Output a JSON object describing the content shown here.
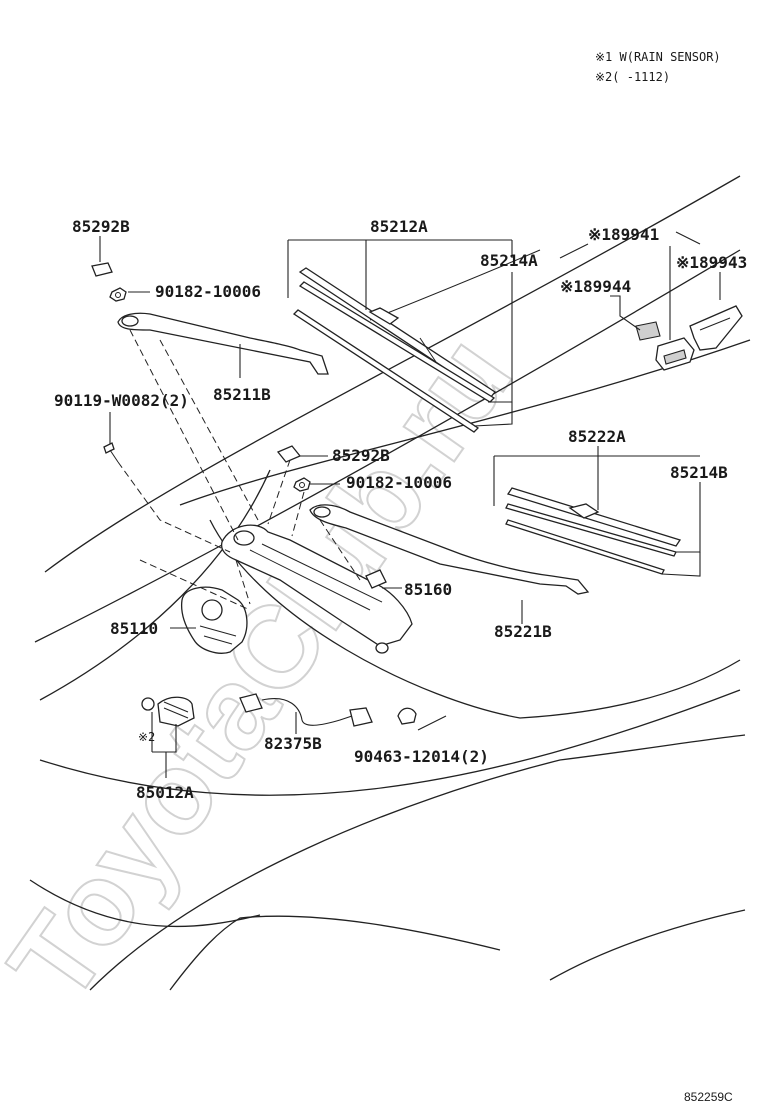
{
  "notes": {
    "line1": "※1 W(RAIN SENSOR)",
    "line2": "※2(      -1112)"
  },
  "figure_code": "852259C",
  "watermark": "ToyotaClub.ru",
  "parts": [
    {
      "id": "p85292b_top",
      "label": "85292B"
    },
    {
      "id": "p90182_top",
      "label": "90182-10006"
    },
    {
      "id": "p85212a",
      "label": "85212A"
    },
    {
      "id": "p85214a",
      "label": "85214A"
    },
    {
      "id": "p89941",
      "label": "※189941"
    },
    {
      "id": "p89944",
      "label": "※189944"
    },
    {
      "id": "p89943",
      "label": "※189943"
    },
    {
      "id": "p85211b",
      "label": "85211B"
    },
    {
      "id": "p90119",
      "label": "90119-W0082(2)"
    },
    {
      "id": "p85292b_mid",
      "label": "85292B"
    },
    {
      "id": "p90182_mid",
      "label": "90182-10006"
    },
    {
      "id": "p85222a",
      "label": "85222A"
    },
    {
      "id": "p85214b",
      "label": "85214B"
    },
    {
      "id": "p85160",
      "label": "85160"
    },
    {
      "id": "p85110",
      "label": "85110"
    },
    {
      "id": "p85221b",
      "label": "85221B"
    },
    {
      "id": "p82375b",
      "label": "82375B"
    },
    {
      "id": "p90463",
      "label": "90463-12014(2)"
    },
    {
      "id": "p85012a_note",
      "label": "※2"
    },
    {
      "id": "p85012a",
      "label": "85012A"
    }
  ]
}
